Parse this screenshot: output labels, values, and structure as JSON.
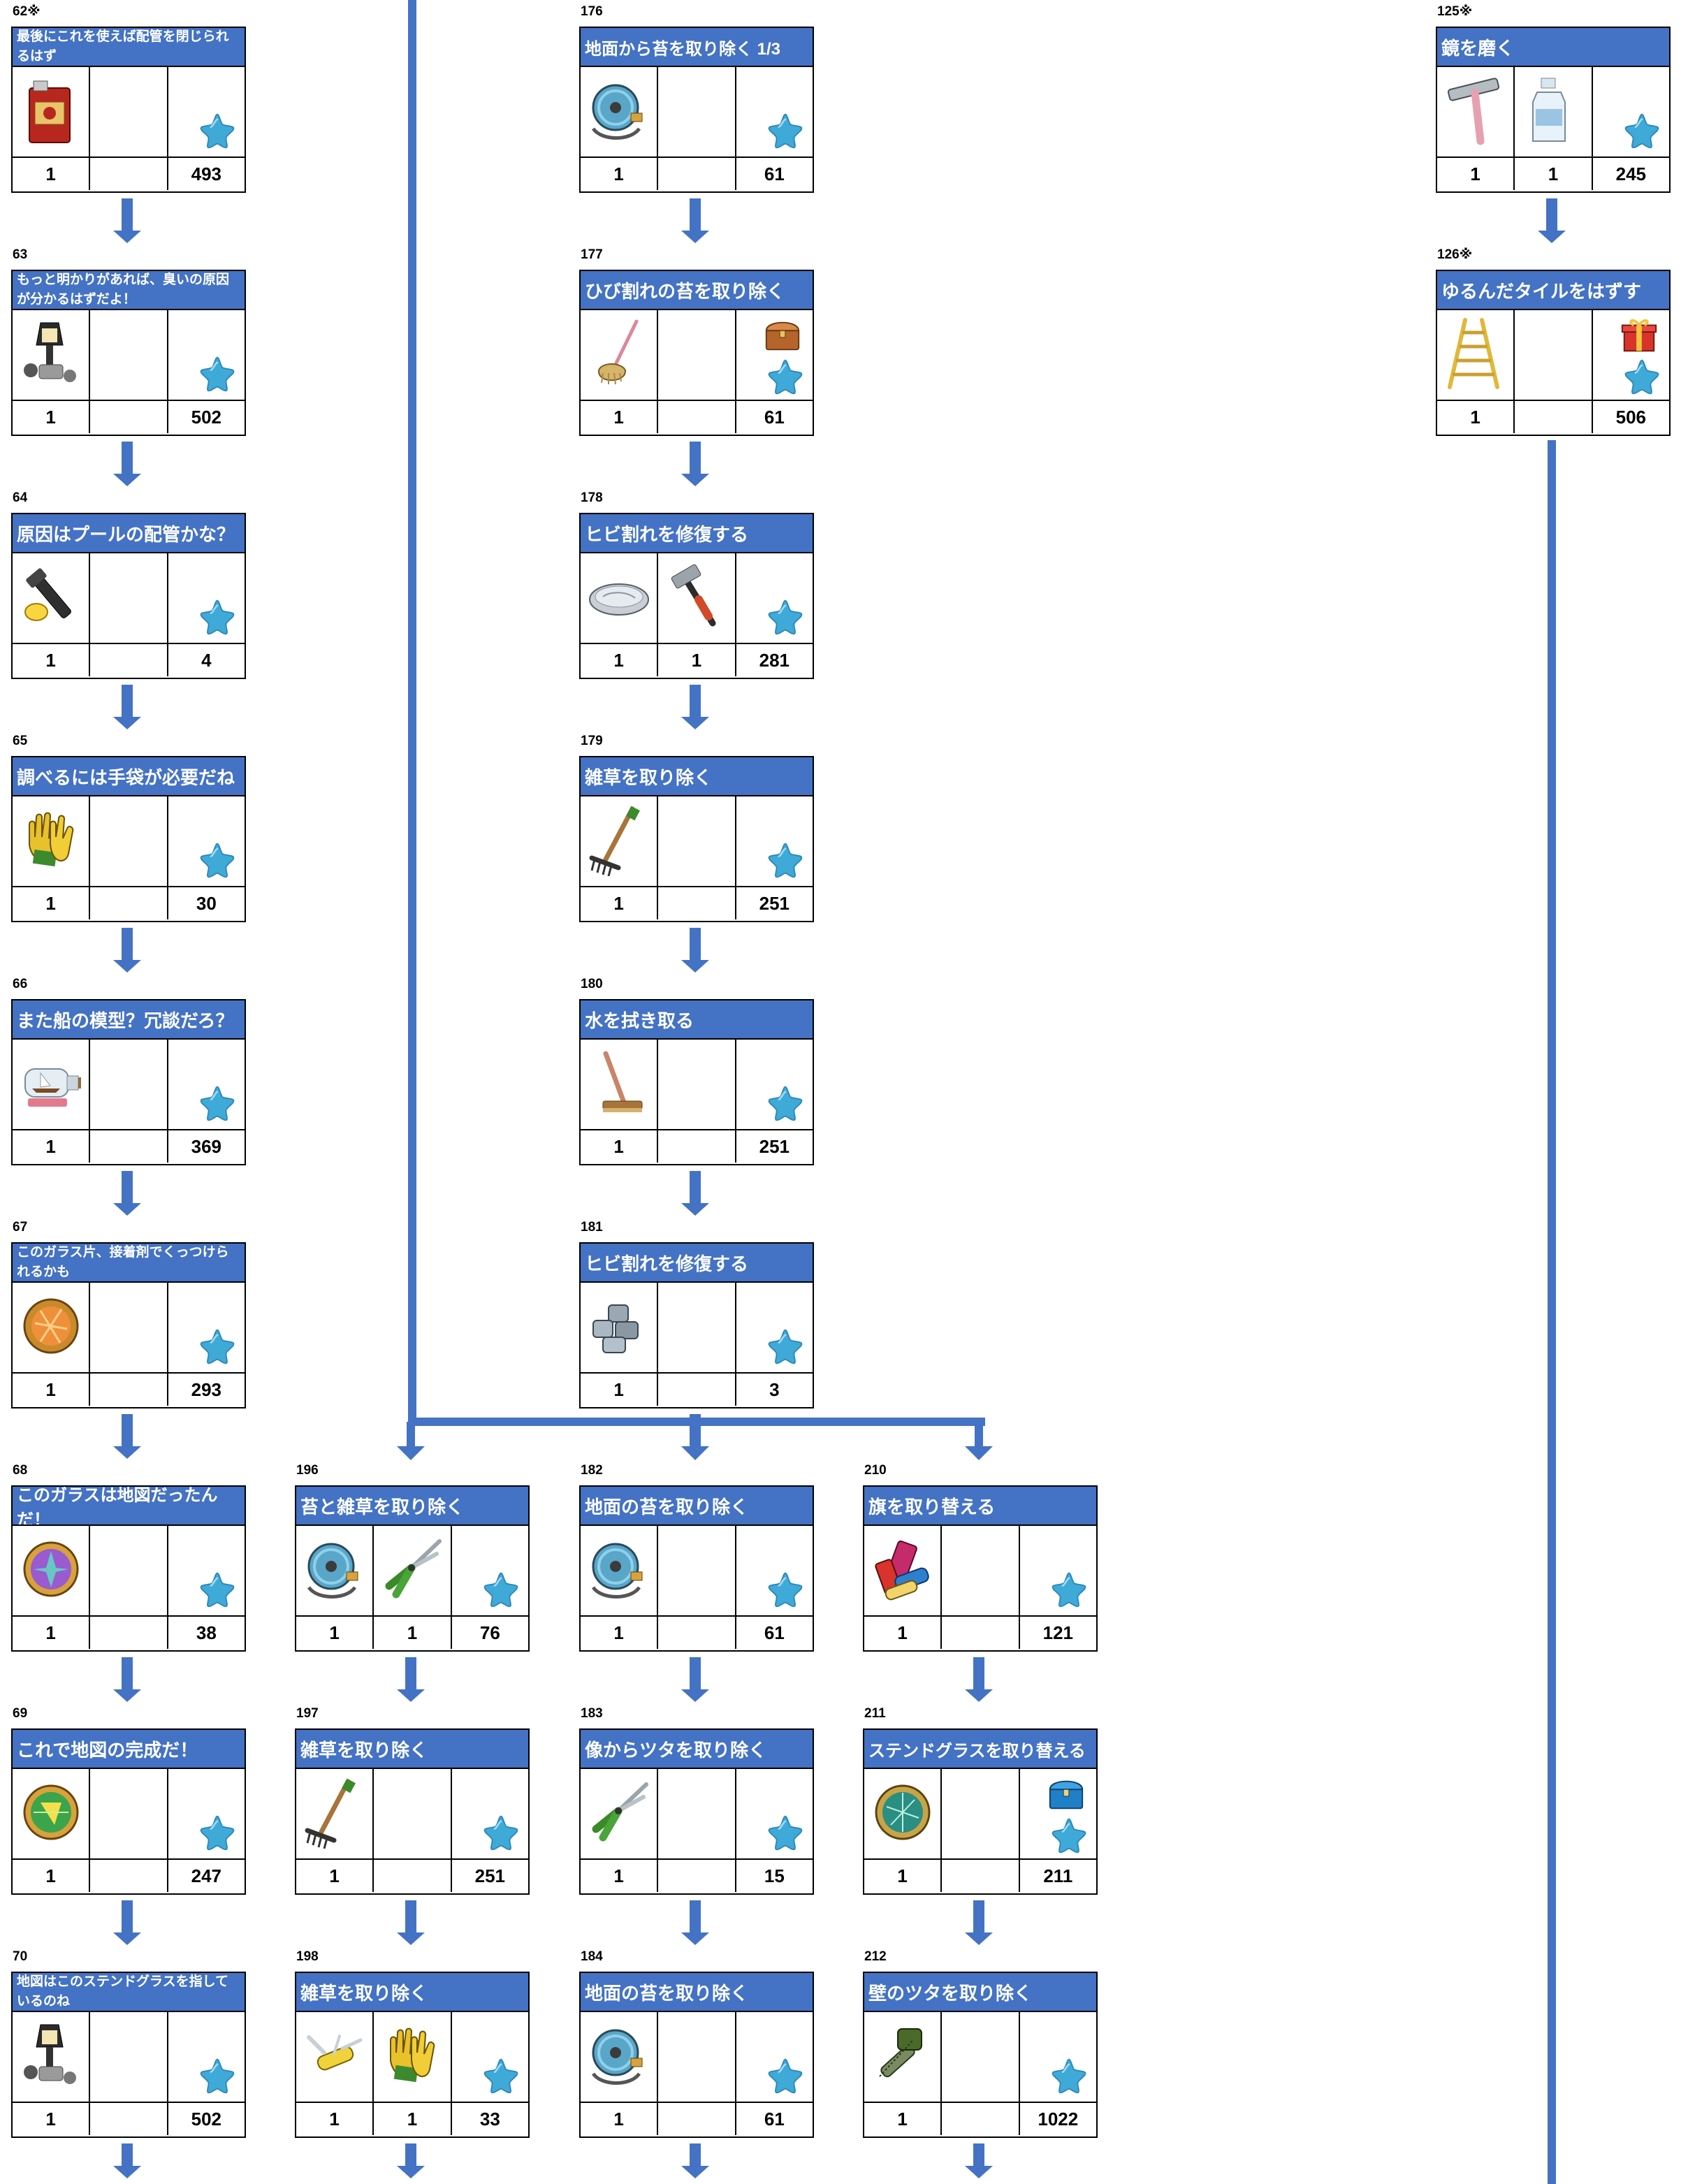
{
  "tasks": [
    {
      "id": "62",
      "label": "62※",
      "title": "最後にこれを使えば配管を閉じられるはず",
      "items": [
        {
          "icon": "oil-can-icon",
          "qty": "1"
        },
        {
          "icon": "",
          "qty": ""
        }
      ],
      "reward": {
        "chest": false,
        "stars": "493"
      }
    },
    {
      "id": "63",
      "label": "63",
      "title": "もっと明かりがあれば、臭いの原因が分かるはずだよ！",
      "items": [
        {
          "icon": "street-lamp-icon",
          "qty": "1"
        },
        {
          "icon": "",
          "qty": ""
        }
      ],
      "reward": {
        "chest": false,
        "stars": "502"
      }
    },
    {
      "id": "64",
      "label": "64",
      "title": "原因はプールの配管かな？",
      "items": [
        {
          "icon": "flashlight-icon",
          "qty": "1"
        },
        {
          "icon": "",
          "qty": ""
        }
      ],
      "reward": {
        "chest": false,
        "stars": "4"
      }
    },
    {
      "id": "65",
      "label": "65",
      "title": "調べるには手袋が必要だね",
      "items": [
        {
          "icon": "gloves-icon",
          "qty": "1"
        },
        {
          "icon": "",
          "qty": ""
        }
      ],
      "reward": {
        "chest": false,
        "stars": "30"
      }
    },
    {
      "id": "66",
      "label": "66",
      "title": "また船の模型？冗談だろ？",
      "items": [
        {
          "icon": "ship-in-bottle-icon",
          "qty": "1"
        },
        {
          "icon": "",
          "qty": ""
        }
      ],
      "reward": {
        "chest": false,
        "stars": "369"
      }
    },
    {
      "id": "67",
      "label": "67",
      "title": "このガラス片、接着剤でくっつけられるかも",
      "items": [
        {
          "icon": "glass-disc-orange-icon",
          "qty": "1"
        },
        {
          "icon": "",
          "qty": ""
        }
      ],
      "reward": {
        "chest": false,
        "stars": "293"
      }
    },
    {
      "id": "68",
      "label": "68",
      "title": "このガラスは地図だったんだ！",
      "items": [
        {
          "icon": "glass-disc-purple-icon",
          "qty": "1"
        },
        {
          "icon": "",
          "qty": ""
        }
      ],
      "reward": {
        "chest": false,
        "stars": "38"
      }
    },
    {
      "id": "69",
      "label": "69",
      "title": "これで地図の完成だ！",
      "items": [
        {
          "icon": "glass-disc-green-icon",
          "qty": "1"
        },
        {
          "icon": "",
          "qty": ""
        }
      ],
      "reward": {
        "chest": false,
        "stars": "247"
      }
    },
    {
      "id": "70",
      "label": "70",
      "title": "地図はこのステンドグラスを指しているのね",
      "items": [
        {
          "icon": "street-lamp-icon",
          "qty": "1"
        },
        {
          "icon": "",
          "qty": ""
        }
      ],
      "reward": {
        "chest": false,
        "stars": "502"
      }
    },
    {
      "id": "196",
      "label": "196",
      "title": "苔と雑草を取り除く",
      "items": [
        {
          "icon": "hose-reel-icon",
          "qty": "1"
        },
        {
          "icon": "shears-icon",
          "qty": "1"
        }
      ],
      "reward": {
        "chest": false,
        "stars": "76"
      }
    },
    {
      "id": "197",
      "label": "197",
      "title": "雑草を取り除く",
      "items": [
        {
          "icon": "rake-icon",
          "qty": "1"
        },
        {
          "icon": "",
          "qty": ""
        }
      ],
      "reward": {
        "chest": false,
        "stars": "251"
      }
    },
    {
      "id": "198",
      "label": "198",
      "title": "雑草を取り除く",
      "items": [
        {
          "icon": "pocket-knife-icon",
          "qty": "1"
        },
        {
          "icon": "gloves-icon",
          "qty": "1"
        }
      ],
      "reward": {
        "chest": false,
        "stars": "33"
      }
    },
    {
      "id": "176",
      "label": "176",
      "title": "地面から苔を取り除く 1/3",
      "items": [
        {
          "icon": "hose-reel-icon",
          "qty": "1"
        },
        {
          "icon": "",
          "qty": ""
        }
      ],
      "reward": {
        "chest": false,
        "stars": "61"
      }
    },
    {
      "id": "177",
      "label": "177",
      "title": "ひび割れの苔を取り除く",
      "items": [
        {
          "icon": "mop-icon",
          "qty": "1"
        },
        {
          "icon": "",
          "qty": ""
        }
      ],
      "reward": {
        "chest": true,
        "chest_icon": "treasure-chest-icon",
        "stars": "61"
      }
    },
    {
      "id": "178",
      "label": "178",
      "title": "ヒビ割れを修復する",
      "items": [
        {
          "icon": "stone-slab-icon",
          "qty": "1"
        },
        {
          "icon": "hammer-icon",
          "qty": "1"
        }
      ],
      "reward": {
        "chest": false,
        "stars": "281"
      }
    },
    {
      "id": "179",
      "label": "179",
      "title": "雑草を取り除く",
      "items": [
        {
          "icon": "rake-icon",
          "qty": "1"
        },
        {
          "icon": "",
          "qty": ""
        }
      ],
      "reward": {
        "chest": false,
        "stars": "251"
      }
    },
    {
      "id": "180",
      "label": "180",
      "title": "水を拭き取る",
      "items": [
        {
          "icon": "squeegee-broom-icon",
          "qty": "1"
        },
        {
          "icon": "",
          "qty": ""
        }
      ],
      "reward": {
        "chest": false,
        "stars": "251"
      }
    },
    {
      "id": "181",
      "label": "181",
      "title": "ヒビ割れを修復する",
      "items": [
        {
          "icon": "paving-tiles-icon",
          "qty": "1"
        },
        {
          "icon": "",
          "qty": ""
        }
      ],
      "reward": {
        "chest": false,
        "stars": "3"
      }
    },
    {
      "id": "182",
      "label": "182",
      "title": "地面の苔を取り除く",
      "items": [
        {
          "icon": "hose-reel-icon",
          "qty": "1"
        },
        {
          "icon": "",
          "qty": ""
        }
      ],
      "reward": {
        "chest": false,
        "stars": "61"
      }
    },
    {
      "id": "183",
      "label": "183",
      "title": "像からツタを取り除く",
      "items": [
        {
          "icon": "shears-icon",
          "qty": "1"
        },
        {
          "icon": "",
          "qty": ""
        }
      ],
      "reward": {
        "chest": false,
        "stars": "15"
      }
    },
    {
      "id": "184",
      "label": "184",
      "title": "地面の苔を取り除く",
      "items": [
        {
          "icon": "hose-reel-icon",
          "qty": "1"
        },
        {
          "icon": "",
          "qty": ""
        }
      ],
      "reward": {
        "chest": false,
        "stars": "61"
      }
    },
    {
      "id": "210",
      "label": "210",
      "title": "旗を取り替える",
      "items": [
        {
          "icon": "flag-rolls-icon",
          "qty": "1"
        },
        {
          "icon": "",
          "qty": ""
        }
      ],
      "reward": {
        "chest": false,
        "stars": "121"
      }
    },
    {
      "id": "211",
      "label": "211",
      "title": "ステンドグラスを取り替える",
      "items": [
        {
          "icon": "glass-disc-teal-icon",
          "qty": "1"
        },
        {
          "icon": "",
          "qty": ""
        }
      ],
      "reward": {
        "chest": true,
        "chest_icon": "blue-chest-icon",
        "stars": "211"
      }
    },
    {
      "id": "212",
      "label": "212",
      "title": "壁のツタを取り除く",
      "items": [
        {
          "icon": "chainsaw-icon",
          "qty": "1"
        },
        {
          "icon": "",
          "qty": ""
        }
      ],
      "reward": {
        "chest": false,
        "stars": "1022"
      }
    },
    {
      "id": "125",
      "label": "125※",
      "title": "鏡を磨く",
      "items": [
        {
          "icon": "squeegee-icon",
          "qty": "1"
        },
        {
          "icon": "spray-bottle-icon",
          "qty": "1"
        }
      ],
      "reward": {
        "chest": false,
        "stars": "245"
      }
    },
    {
      "id": "126",
      "label": "126※",
      "title": "ゆるんだタイルをはずす",
      "items": [
        {
          "icon": "ladder-icon",
          "qty": "1"
        },
        {
          "icon": "",
          "qty": ""
        }
      ],
      "reward": {
        "chest": true,
        "chest_icon": "gift-box-icon",
        "stars": "506"
      }
    }
  ],
  "colors": {
    "header_bg": "#4472c4",
    "connector": "#4472c4",
    "star": "#3fa9d8",
    "border": "#000000"
  }
}
